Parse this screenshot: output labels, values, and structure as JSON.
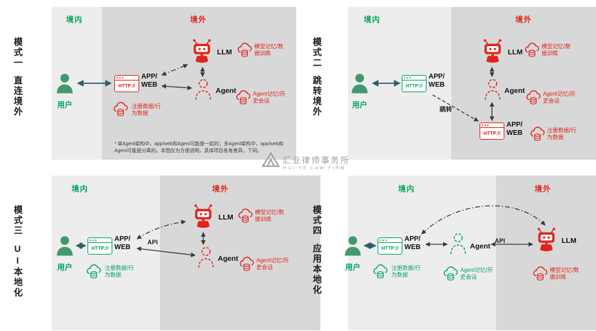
{
  "watermark": {
    "cn": "汇业律师事务所",
    "en": "HUI YE LAW FIRM"
  },
  "regions": {
    "domestic": "境内",
    "overseas": "境外"
  },
  "labels": {
    "user": "用户",
    "browser": "HTTP://",
    "app_line1": "APP/",
    "app_line2": "WEB",
    "llm": "LLM",
    "agent": "Agent",
    "api": "API",
    "redirect": "跳转",
    "reg_data": "注册数据/行为数据",
    "model_memory": "模型记忆/数据训练",
    "agent_memory": "Agent记忆/历史会话"
  },
  "panels": [
    {
      "mode": "模式一",
      "name": "直连境外",
      "footnote": "* 单Agent架构中，app/web和Agent可能是一起的；多Agent架构中，app/web和Agent可能是分离的。本图仅为方便说明，具体项目各有差异。下同。"
    },
    {
      "mode": "模式二",
      "name": "跳转境外"
    },
    {
      "mode": "模式三",
      "name": "UI本地化"
    },
    {
      "mode": "模式四",
      "name": "应用本地化"
    }
  ],
  "colors": {
    "green": "#00A45C",
    "green_soft": "#43996F",
    "red": "#E2231A",
    "arrow_teal": "#2F5D6E",
    "arrow_dark": "#3A3A3A",
    "panel_light": "#EDEDED",
    "panel_dark": "#D8D8D8",
    "watermark_gray": "#98A0A6"
  }
}
